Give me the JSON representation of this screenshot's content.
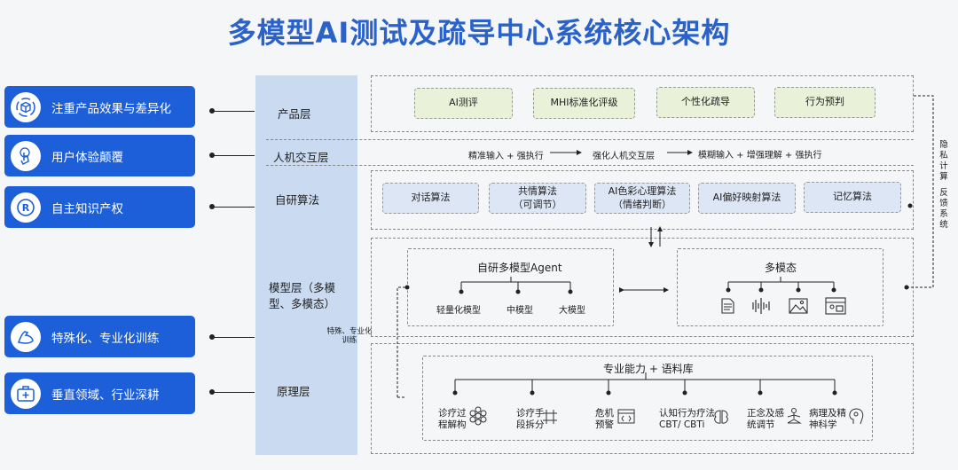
{
  "title": "多模型AI测试及疏导中心系统核心架构",
  "left_cards": [
    {
      "label": "注重产品效果与差异化",
      "icon": "cube-cycle-icon"
    },
    {
      "label": "用户体验颠覆",
      "icon": "touch-hand-icon"
    },
    {
      "label": "自主知识产权",
      "icon": "registered-icon"
    },
    {
      "label": "特殊化、专业化训练",
      "icon": "muscle-arm-icon"
    },
    {
      "label": "垂直领域、行业深耕",
      "icon": "medical-kit-icon"
    }
  ],
  "layers": {
    "product": "产品层",
    "hci": "人机交互层",
    "algo": "自研算法",
    "model": "模型层（多模型、多模态）",
    "principle": "原理层"
  },
  "product_items": [
    "AI测评",
    "MHI标准化评级",
    "个性化疏导",
    "行为预判"
  ],
  "hci_flow": [
    "精准输入 + 强执行",
    "强化人机交互层",
    "模糊输入 + 增强理解 + 强执行"
  ],
  "algorithms": [
    {
      "line1": "对话算法",
      "line2": ""
    },
    {
      "line1": "共情算法",
      "line2": "（可调节）"
    },
    {
      "line1": "AI色彩心理算法",
      "line2": "（情绪判断）"
    },
    {
      "line1": "AI偏好映射算法",
      "line2": ""
    },
    {
      "line1": "记忆算法",
      "line2": ""
    }
  ],
  "agent": {
    "title": "自研多模型Agent",
    "children": [
      "轻量化模型",
      "中模型",
      "大模型"
    ]
  },
  "multimodal": {
    "title": "多模态",
    "icons": [
      "document-icon",
      "audio-wave-icon",
      "image-icon",
      "image-text-icon"
    ]
  },
  "special_training": "特殊、专业化训练",
  "expertise": {
    "title": "专业能力 + 语料库",
    "items": [
      {
        "line1": "诊疗过",
        "line2": "程解构",
        "icon": "flower-network-icon"
      },
      {
        "line1": "诊疗手",
        "line2": "段拆分",
        "icon": "split-grid-icon"
      },
      {
        "line1": "危机",
        "line2": "预警",
        "icon": "code-window-icon"
      },
      {
        "line1": "认知行为疗法",
        "line2": "CBT/ CBTi",
        "icon": "brain-icon"
      },
      {
        "line1": "正念及感",
        "line2": "统调节",
        "icon": "meditation-icon"
      },
      {
        "line1": "病理及精",
        "line2": "神科学",
        "icon": "head-gear-icon"
      }
    ]
  },
  "side_note": {
    "a": "隐私计算",
    "b": "反馈系统"
  }
}
